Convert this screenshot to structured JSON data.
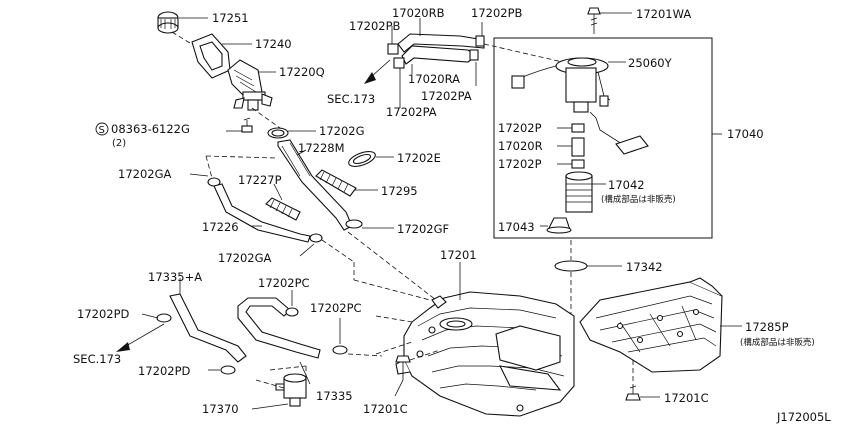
{
  "parts": {
    "p17251": "17251",
    "p17240": "17240",
    "p17220q": "17220Q",
    "p08363": "08363-6122G",
    "p08363_qty": "(2)",
    "p08363_mark": "S",
    "p17202g": "17202G",
    "p17228m": "17228M",
    "p17202e": "17202E",
    "p17295": "17295",
    "p17202ga_top": "17202GA",
    "p17227p": "17227P",
    "p17226": "17226",
    "p17202gf": "17202GF",
    "p17202ga_bottom": "17202GA",
    "p17020rb": "17020RB",
    "p17202pb_left": "17202PB",
    "p17202pb_right": "17202PB",
    "p17020ra": "17020RA",
    "p17202pa_right": "17202PA",
    "p17202pa_bottom": "17202PA",
    "sec173_top": "SEC.173",
    "p17201wa": "17201WA",
    "p25060y": "25060Y",
    "p17202p_top": "17202P",
    "p17020r": "17020R",
    "p17202p_bottom": "17202P",
    "p17042": "17042",
    "p17042_note": "(構成部品は非販売)",
    "p17043": "17043",
    "p17040": "17040",
    "p17342": "17342",
    "p17201": "17201",
    "p17335a": "17335+A",
    "p17202pc_left": "17202PC",
    "p17202pc_right": "17202PC",
    "p17202pd_top": "17202PD",
    "sec173_bottom": "SEC.173",
    "p17202pd_bottom": "17202PD",
    "p17370": "17370",
    "p17335": "17335",
    "p17201c_left": "17201C",
    "p17285p": "17285P",
    "p17285p_note": "(構成部品は非販売)",
    "p17201c_right": "17201C"
  },
  "drawing_code": "J172005L"
}
